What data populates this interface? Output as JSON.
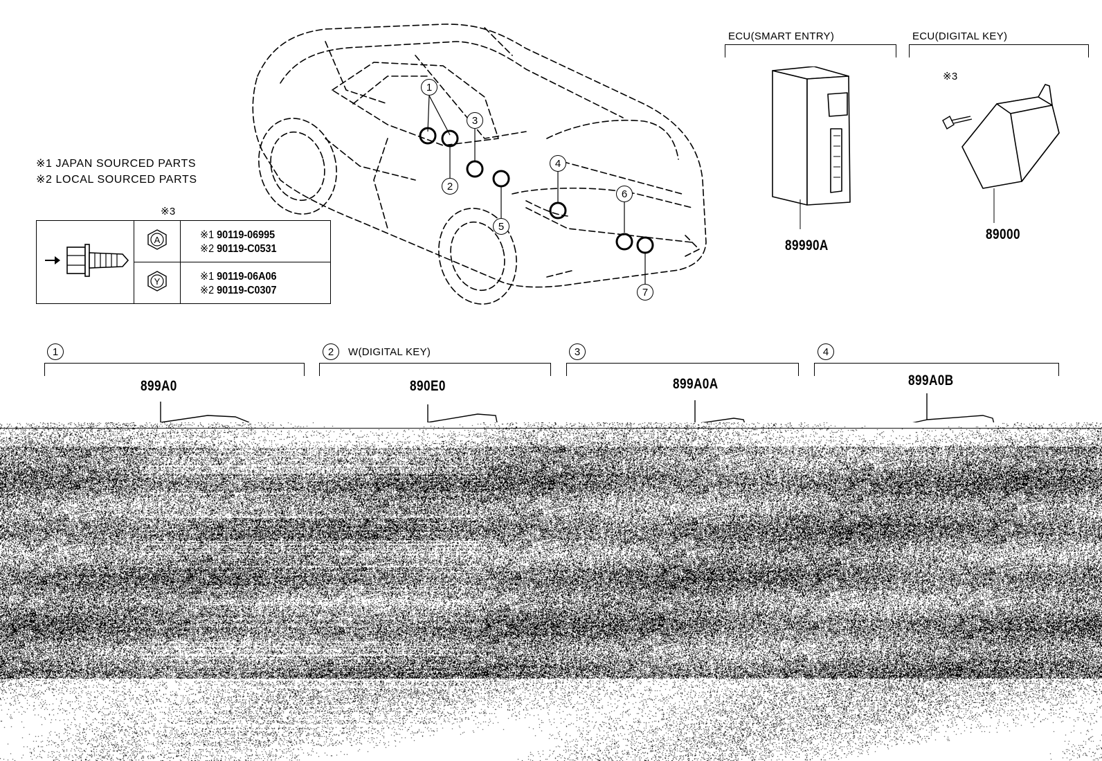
{
  "ecu_smart_entry": {
    "label": "ECU(SMART ENTRY)",
    "part": "89990A"
  },
  "ecu_digital_key": {
    "label": "ECU(DIGITAL KEY)",
    "part": "89000",
    "note_mark": "※3"
  },
  "notes": {
    "n1": "※1 JAPAN SOURCED PARTS",
    "n2": "※2 LOCAL SOURCED PARTS"
  },
  "bolt_table": {
    "title": "※3",
    "rows": [
      {
        "code": "A",
        "lines": [
          {
            "mark": "※1",
            "part": "90119-06995"
          },
          {
            "mark": "※2",
            "part": "90119-C0531"
          }
        ]
      },
      {
        "code": "Y",
        "lines": [
          {
            "mark": "※1",
            "part": "90119-06A06"
          },
          {
            "mark": "※2",
            "part": "90119-C0307"
          }
        ]
      }
    ]
  },
  "callouts": [
    "1",
    "2",
    "3",
    "4",
    "5",
    "6",
    "7"
  ],
  "sections": [
    {
      "num": "1",
      "label": "",
      "part": "899A0"
    },
    {
      "num": "2",
      "label": "W(DIGITAL KEY)",
      "part": "890E0"
    },
    {
      "num": "3",
      "label": "",
      "part": "899A0A"
    },
    {
      "num": "4",
      "label": "",
      "part": "899A0B"
    }
  ]
}
